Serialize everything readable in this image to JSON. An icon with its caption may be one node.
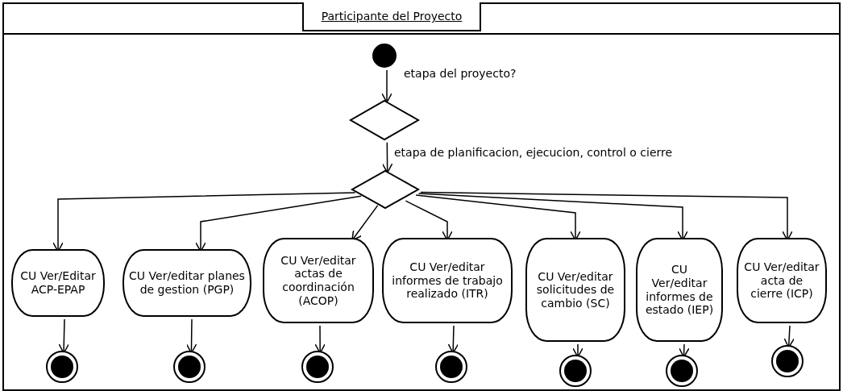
{
  "diagram": {
    "nodes": [
      {
        "text": [
          "Participante del Proyecto"
        ]
      },
      {
        "text": [],
        "shape": "circle",
        "in": 0
      },
      {
        "text": [],
        "shape": "diamond",
        "in": 0
      },
      {
        "text": [],
        "shape": "diamond",
        "in": 0
      },
      {
        "text": [
          "CU Ver/Editar ACP-EPAP"
        ],
        "in": 0
      },
      {
        "text": [
          "CU Ver/editar planes de gestion (PGP)"
        ],
        "in": 0
      },
      {
        "text": [
          "CU Ver/editar actas de coordinación (ACOP)"
        ],
        "in": 0
      },
      {
        "text": [
          "CU Ver/editar informes de trabajo realizado (ITR)"
        ],
        "in": 0
      },
      {
        "text": [
          "CU Ver/editar solicitudes de cambio (SC)"
        ],
        "in": 0
      },
      {
        "text": [
          "CU Ver/editar informes de estado (IEP)"
        ],
        "in": 0
      },
      {
        "text": [
          "CU Ver/editar acta de cierre (ICP)"
        ],
        "in": 0
      },
      {
        "text": [],
        "shape": "bullseye",
        "in": 0
      },
      {
        "text": [],
        "shape": "bullseye",
        "in": 0
      },
      {
        "text": [],
        "shape": "bullseye",
        "in": 0
      },
      {
        "text": [],
        "shape": "bullseye",
        "in": 0
      },
      {
        "text": [],
        "shape": "bullseye",
        "in": 0
      },
      {
        "text": [],
        "shape": "bullseye",
        "in": 0
      },
      {
        "text": [],
        "shape": "bullseye",
        "in": 0
      }
    ],
    "edges": [
      {
        "from": 1,
        "to": 2,
        "arrow": "to",
        "label": "etapa del proyecto?"
      },
      {
        "from": 2,
        "to": 3,
        "arrow": "to",
        "label": "etapa de planificacion, ejecucion, control o cierre"
      },
      {
        "from": 3,
        "to": 4,
        "arrow": "to"
      },
      {
        "from": 3,
        "to": 5,
        "arrow": "to"
      },
      {
        "from": 3,
        "to": 6,
        "arrow": "to"
      },
      {
        "from": 3,
        "to": 7,
        "arrow": "to"
      },
      {
        "from": 3,
        "to": 8,
        "arrow": "to"
      },
      {
        "from": 3,
        "to": 9,
        "arrow": "to"
      },
      {
        "from": 3,
        "to": 10,
        "arrow": "to"
      },
      {
        "from": 4,
        "to": 11,
        "arrow": "to"
      },
      {
        "from": 5,
        "to": 12,
        "arrow": "to"
      },
      {
        "from": 6,
        "to": 13,
        "arrow": "to"
      },
      {
        "from": 7,
        "to": 14,
        "arrow": "to"
      },
      {
        "from": 8,
        "to": 15,
        "arrow": "to"
      },
      {
        "from": 9,
        "to": 16,
        "arrow": "to"
      },
      {
        "from": 10,
        "to": 17,
        "arrow": "to"
      }
    ]
  }
}
